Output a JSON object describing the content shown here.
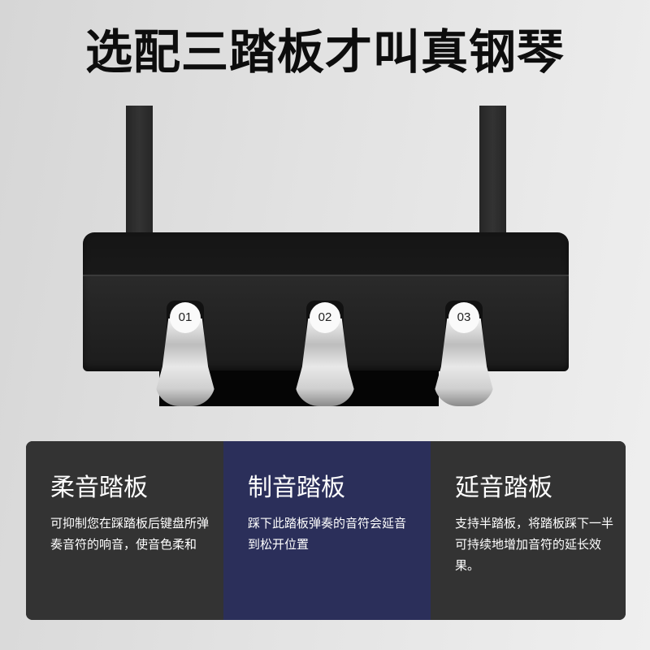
{
  "title": "选配三踏板才叫真钢琴",
  "pedals": [
    {
      "number": "01"
    },
    {
      "number": "02"
    },
    {
      "number": "03"
    }
  ],
  "cards": [
    {
      "heading": "柔音踏板",
      "description": "可抑制您在踩踏板后键盘所弹奏音符的响音，使音色柔和",
      "color": "#333333"
    },
    {
      "heading": "制音踏板",
      "description": "踩下此踏板弹奏的音符会延音到松开位置",
      "color": "#2b2f5a"
    },
    {
      "heading": "延音踏板",
      "description": "支持半踏板，将踏板踩下一半可持续地增加音符的延长效果。",
      "color": "#333333"
    }
  ],
  "colors": {
    "background": "#e2e2e2",
    "card_dark": "#333333",
    "card_highlight": "#2b2f5a",
    "text_light": "#ffffff",
    "title_text": "#0d0d0d"
  }
}
